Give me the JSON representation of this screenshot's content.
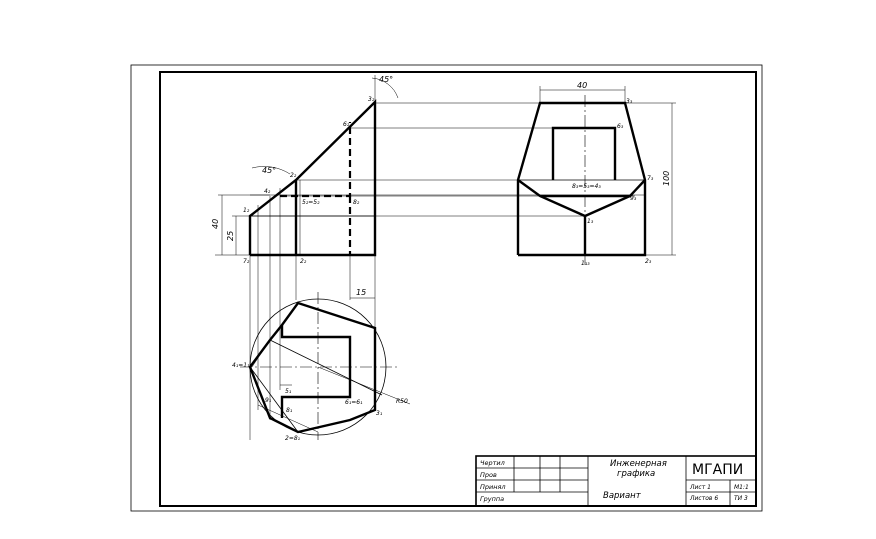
{
  "drawing": {
    "front_view": {
      "point_labels": {
        "p3": "3₂",
        "p6": "6₂",
        "p2": "2₂",
        "p4": "4₂",
        "p1": "1₂",
        "p5": "5₂=5₂",
        "p8": "8₂",
        "p7": "7₂",
        "p2b": "2₂"
      },
      "dimensions": {
        "angle_top": "45°",
        "angle_left": "45°",
        "h40": "40",
        "h25": "25"
      }
    },
    "side_view": {
      "point_labels": {
        "p3": "3₃",
        "p6": "6₃",
        "p7": "7₃",
        "p58": "8₃=5₃=4₃",
        "p9": "9₃",
        "p1": "1₃",
        "p11": "1₁₃",
        "p2": "2₃"
      },
      "dimensions": {
        "width_top": "40",
        "height": "100"
      }
    },
    "top_view": {
      "point_labels": {
        "p41": "4₁=1₁",
        "p5": "5₁",
        "p6": "6₁",
        "p8": "8₁",
        "p9": "9₁",
        "p46": "6₁=6₁",
        "p3": "3₁",
        "p2": "2=8₁"
      },
      "dimensions": {
        "offset": "15",
        "radius": "R50"
      }
    }
  },
  "title_block": {
    "rows": [
      "Чертил",
      "Пров",
      "Принял",
      "Группа"
    ],
    "title_line1": "Инженерная",
    "title_line2": "графика",
    "variant": "Вариант",
    "org": "МГАПИ",
    "sheet": "Лист 1",
    "sheets": "Листов 6",
    "scale": "М1:1",
    "code": "ТИ 3"
  }
}
